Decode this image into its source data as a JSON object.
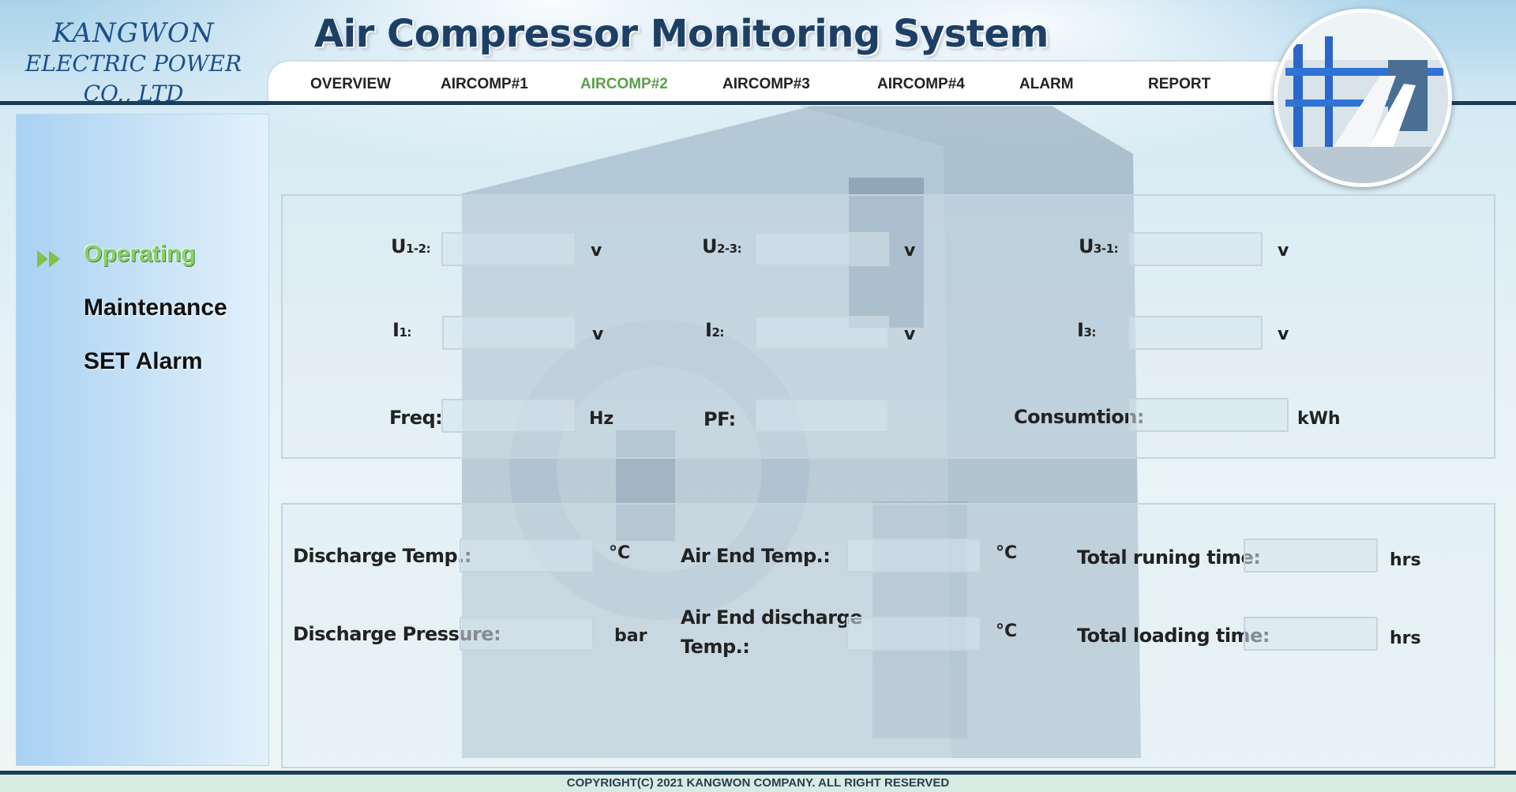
{
  "header": {
    "logo_line1": "KANGWON",
    "logo_line2": "ELECTRIC POWER CO., LTD",
    "title": "Air Compressor Monitoring System"
  },
  "nav": {
    "items": [
      {
        "label": "OVERVIEW"
      },
      {
        "label": "AIRCOMP#1"
      },
      {
        "label": "AIRCOMP#2"
      },
      {
        "label": "AIRCOMP#3"
      },
      {
        "label": "AIRCOMP#4"
      },
      {
        "label": "ALARM"
      },
      {
        "label": "REPORT"
      }
    ],
    "active": "AIRCOMP#2",
    "active_color": "#5aa04a"
  },
  "sidebar": {
    "items": [
      {
        "label": "Operating"
      },
      {
        "label": "Maintenance"
      },
      {
        "label": "SET Alarm"
      }
    ],
    "active": "Operating",
    "icon": "double-chevron-right-icon"
  },
  "electrical": {
    "u12": {
      "label_main": "U",
      "label_sub": "1-2:",
      "value": "",
      "unit": "v"
    },
    "u23": {
      "label_main": "U",
      "label_sub": "2-3:",
      "value": "",
      "unit": "v"
    },
    "u31": {
      "label_main": "U",
      "label_sub": "3-1:",
      "value": "",
      "unit": "v"
    },
    "i1": {
      "label_main": "I",
      "label_sub": "1:",
      "value": "",
      "unit": "v"
    },
    "i2": {
      "label_main": "I",
      "label_sub": "2:",
      "value": "",
      "unit": "v"
    },
    "i3": {
      "label_main": "I",
      "label_sub": "3:",
      "value": "",
      "unit": "v"
    },
    "freq": {
      "label": "Freq:",
      "value": "",
      "unit": "Hz"
    },
    "pf": {
      "label": "PF:",
      "value": ""
    },
    "consumption": {
      "label": "Consumtion:",
      "value": "",
      "unit": "kWh"
    }
  },
  "process": {
    "discharge_temp": {
      "label": "Discharge Temp.:",
      "value": "",
      "unit": "°C"
    },
    "discharge_pressure": {
      "label": "Discharge Pressure:",
      "value": "",
      "unit": "bar"
    },
    "air_end_temp": {
      "label": "Air End Temp.:",
      "value": "",
      "unit": "°C"
    },
    "air_end_discharge_temp": {
      "label_line1": "Air End discharge",
      "label_line2": "Temp.:",
      "value": "",
      "unit": "°C"
    },
    "total_running_time": {
      "label": "Total runing time:",
      "value": "",
      "unit": "hrs"
    },
    "total_loading_time": {
      "label": "Total loading time:",
      "value": "",
      "unit": "hrs"
    }
  },
  "footer": {
    "copyright": "COPYRIGHT(C) 2021 KANGWON COMPANY. ALL RIGHT RESERVED"
  }
}
